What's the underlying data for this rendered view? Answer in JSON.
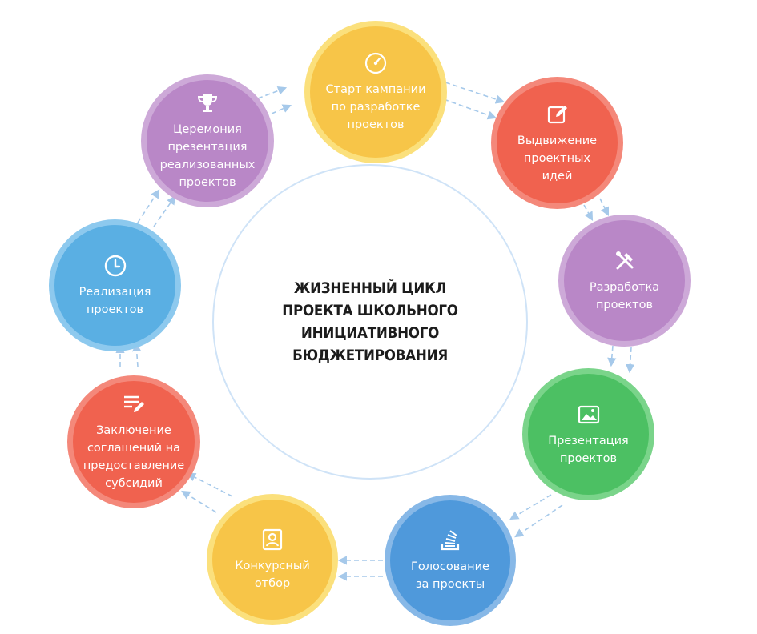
{
  "title": "ЖИЗНЕННЫЙ ЦИКЛ ПРОЕКТА ШКОЛЬНОГО ИНИЦИАТИВНОГО БЮДЖЕТИРОВАНИЯ",
  "colors": {
    "yellow": "#f7c548",
    "yellow_ring": "#fbe07c",
    "red": "#f0624f",
    "red_ring": "#f4887a",
    "purple": "#b987c7",
    "purple_ring": "#cda9d8",
    "green": "#4cc063",
    "green_ring": "#7ad48a",
    "blue": "#4f99db",
    "blue_ring": "#87b8e7",
    "sky": "#5aafe3",
    "sky_ring": "#8dc9ee",
    "arrow": "#a6c9ea",
    "center_ring": "#cfe3f7"
  },
  "stages": [
    {
      "label": "Старт кампании\nпо разработке\nпроектов",
      "icon": "gauge-icon"
    },
    {
      "label": "Выдвижение\nпроектных\nидей",
      "icon": "edit-icon"
    },
    {
      "label": "Разработка\nпроектов",
      "icon": "tools-icon"
    },
    {
      "label": "Презентация\nпроектов",
      "icon": "image-icon"
    },
    {
      "label": "Голосование\nза проекты",
      "icon": "stack-icon"
    },
    {
      "label": "Конкурсный\nотбор",
      "icon": "contact-icon"
    },
    {
      "label": "Заключение\nсоглашений на\nпредоставление\nсубсидий",
      "icon": "notes-icon"
    },
    {
      "label": "Реализация\nпроектов",
      "icon": "clock-icon"
    },
    {
      "label": "Церемония\nпрезентация\nреализованных\nпроектов",
      "icon": "trophy-icon"
    }
  ]
}
